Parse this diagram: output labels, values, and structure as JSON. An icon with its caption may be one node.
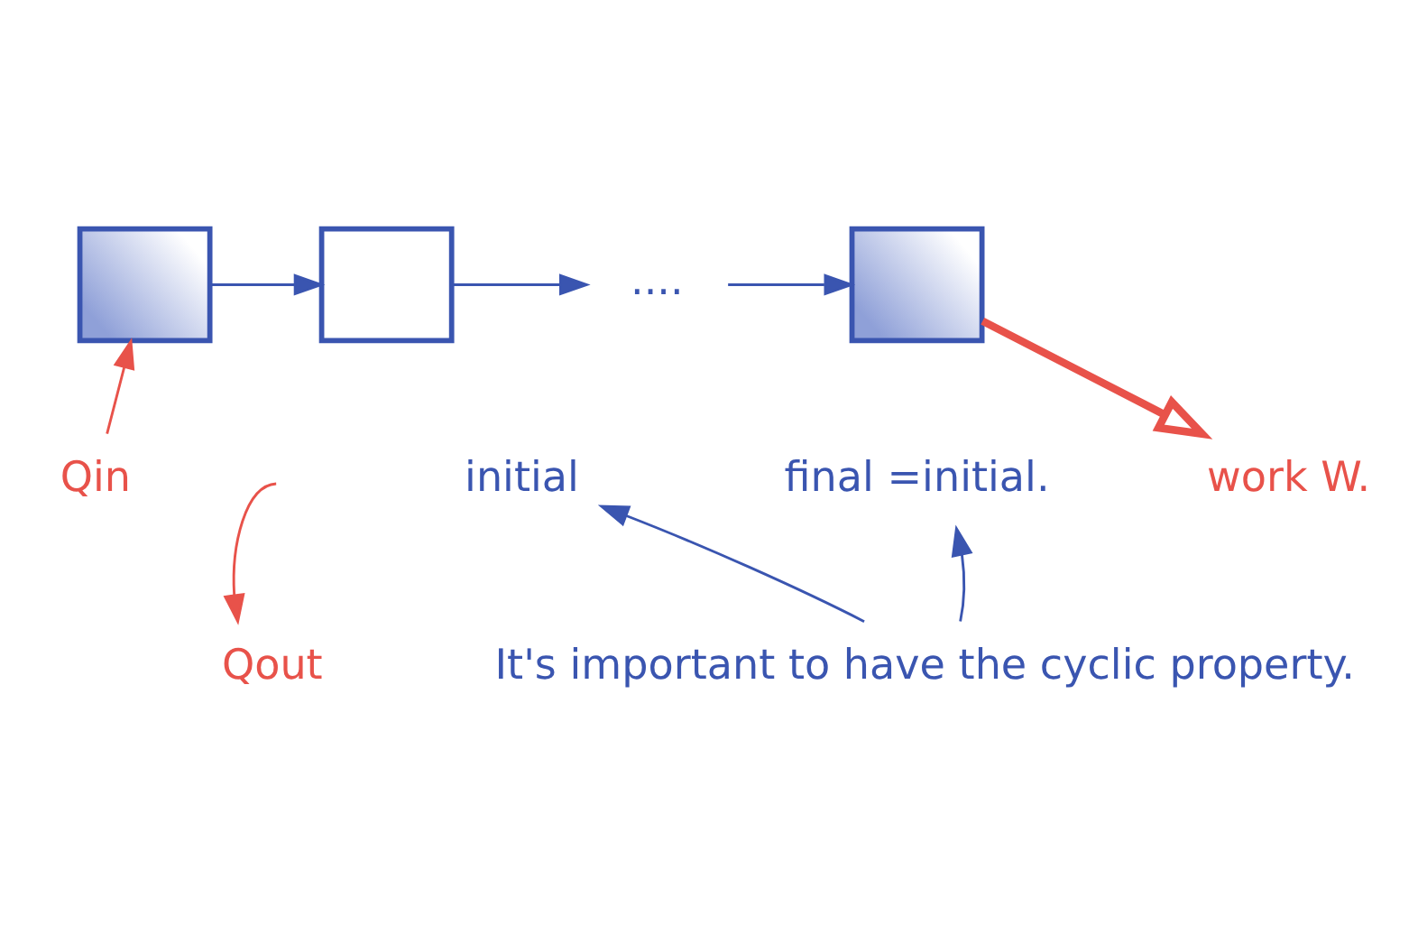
{
  "diagram": {
    "nodes": [
      {
        "text": [],
        "shape": "box"
      },
      {
        "text": [],
        "shape": "box"
      },
      {
        "text": [
          "...."
        ]
      },
      {
        "text": [],
        "shape": "box"
      },
      {
        "text": [
          "initial"
        ]
      },
      {
        "text": [
          "final =initial."
        ]
      },
      {
        "text": [
          "Qin"
        ]
      },
      {
        "text": [
          "Qout"
        ]
      },
      {
        "text": [
          "work W."
        ]
      },
      {
        "text": [
          "It's important to have the cyclic property."
        ]
      }
    ],
    "edges": [
      {
        "from": 0,
        "to": 1,
        "arrow": "to"
      },
      {
        "from": 1,
        "to": 2,
        "arrow": "to"
      },
      {
        "from": 2,
        "to": 3,
        "arrow": "to"
      },
      {
        "from": 6,
        "to": 0,
        "arrow": "to",
        "color": "#e8524a"
      },
      {
        "from": null,
        "to": 7,
        "arrow": "to",
        "color": "#e8524a"
      },
      {
        "from": 3,
        "to": 8,
        "arrow": "to",
        "style": "thick",
        "color": "#e8524a"
      },
      {
        "from": 9,
        "to": 4,
        "arrow": "to"
      },
      {
        "from": 9,
        "to": 5,
        "arrow": "to"
      }
    ]
  }
}
